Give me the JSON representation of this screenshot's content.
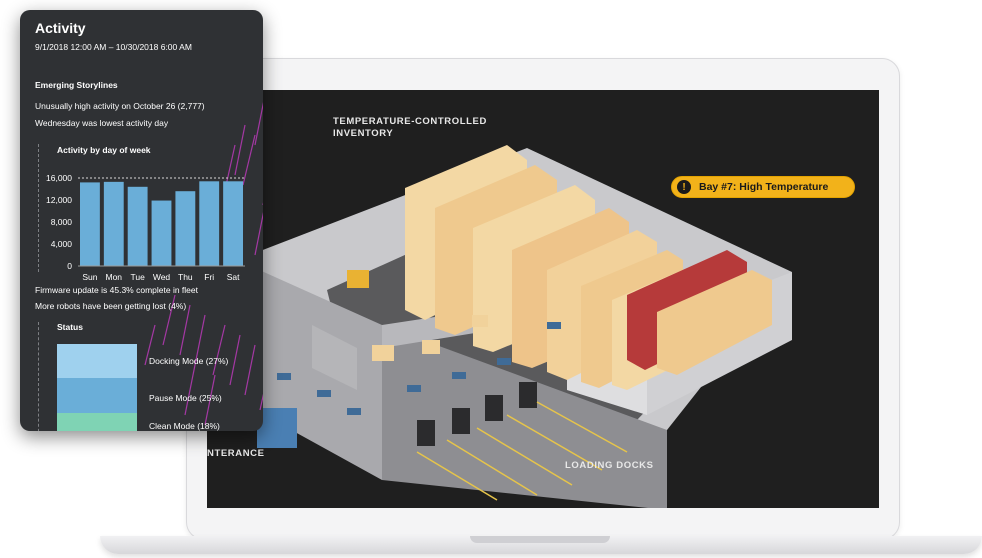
{
  "screen": {
    "labels": {
      "temp_inventory_1": "TEMPERATURE-CONTROLLED",
      "temp_inventory_2": "INVENTORY",
      "entrance": "NTERANCE",
      "loading_docks": "LOADING DOCKS"
    },
    "alert": {
      "icon": "exclamation-icon",
      "text": "Bay #7: High Temperature",
      "color": "#f2b21a"
    }
  },
  "panel": {
    "title": "Activity",
    "date_range": "9/1/2018 12:00 AM – 10/30/2018 6:00 AM",
    "emerging_heading": "Emerging Storylines",
    "storylines": [
      "Unusually high activity on October 26 (2,777)",
      "Wednesday was lowest activity day"
    ],
    "chart_title": "Activity by day of week",
    "notes": [
      "Firmware update is 45.3% complete in fleet",
      "More robots have been getting lost (4%)"
    ],
    "status_heading": "Status",
    "status_items": [
      {
        "label": "Docking Mode (27%)",
        "color": "#9fd1ee"
      },
      {
        "label": "Pause Mode (25%)",
        "color": "#6aaed8"
      },
      {
        "label": "Clean Mode (18%)",
        "color": "#7fd3b4"
      }
    ]
  },
  "chart_data": {
    "type": "bar",
    "title": "Activity by day of week",
    "categories": [
      "Sun",
      "Mon",
      "Tue",
      "Wed",
      "Thu",
      "Fri",
      "Sat"
    ],
    "values": [
      15200,
      15300,
      14400,
      11900,
      13600,
      15400,
      15400
    ],
    "yticks": [
      "16,000",
      "12,000",
      "8,000",
      "4,000",
      "0"
    ],
    "ylim": [
      0,
      16000
    ],
    "bar_color": "#6aaed8"
  }
}
